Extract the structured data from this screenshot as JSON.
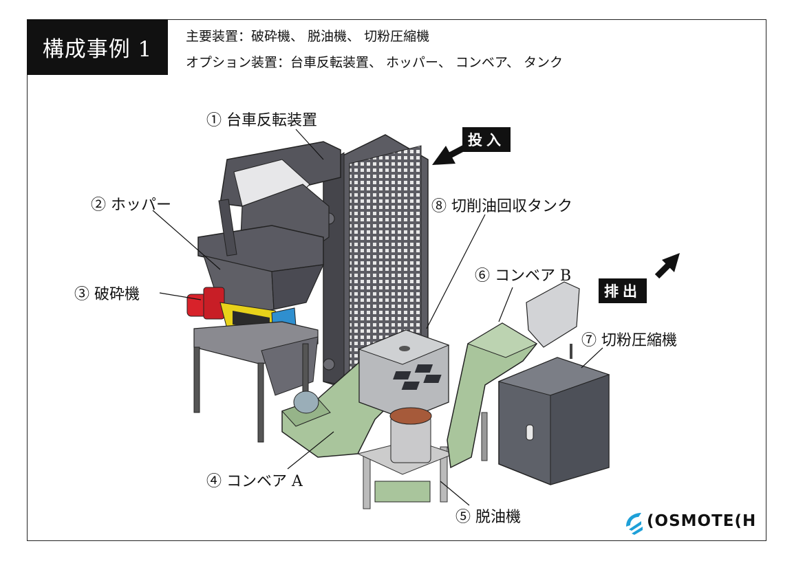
{
  "title": "構成事例 1",
  "header": {
    "main_equipment": "主要装置：破砕機、 脱油機、 切粉圧縮機",
    "option_equipment": "オプション装置：台車反転装置、 ホッパー、 コンベア、 タンク"
  },
  "labels": {
    "l1": "① 台車反転装置",
    "l2": "② ホッパー",
    "l3": "③ 破砕機",
    "l4": "④ コンベア A",
    "l5": "⑤ 脱油機",
    "l6": "⑥ コンベア B",
    "l7": "⑦ 切粉圧縮機",
    "l8": "⑧ 切削油回収タンク"
  },
  "tags": {
    "input": "投入",
    "output": "排出"
  },
  "logo": {
    "text": "(OSMOTE(H",
    "icon": "cosmotech-logo-icon",
    "color": "#1ea0d8"
  },
  "colors": {
    "hopper": "#56565e",
    "conveyor": "#a9c59c",
    "crusher_red": "#d8222a",
    "crusher_yellow": "#e8d21a",
    "compactor": "#5e6169",
    "tank": "#b8babd"
  }
}
